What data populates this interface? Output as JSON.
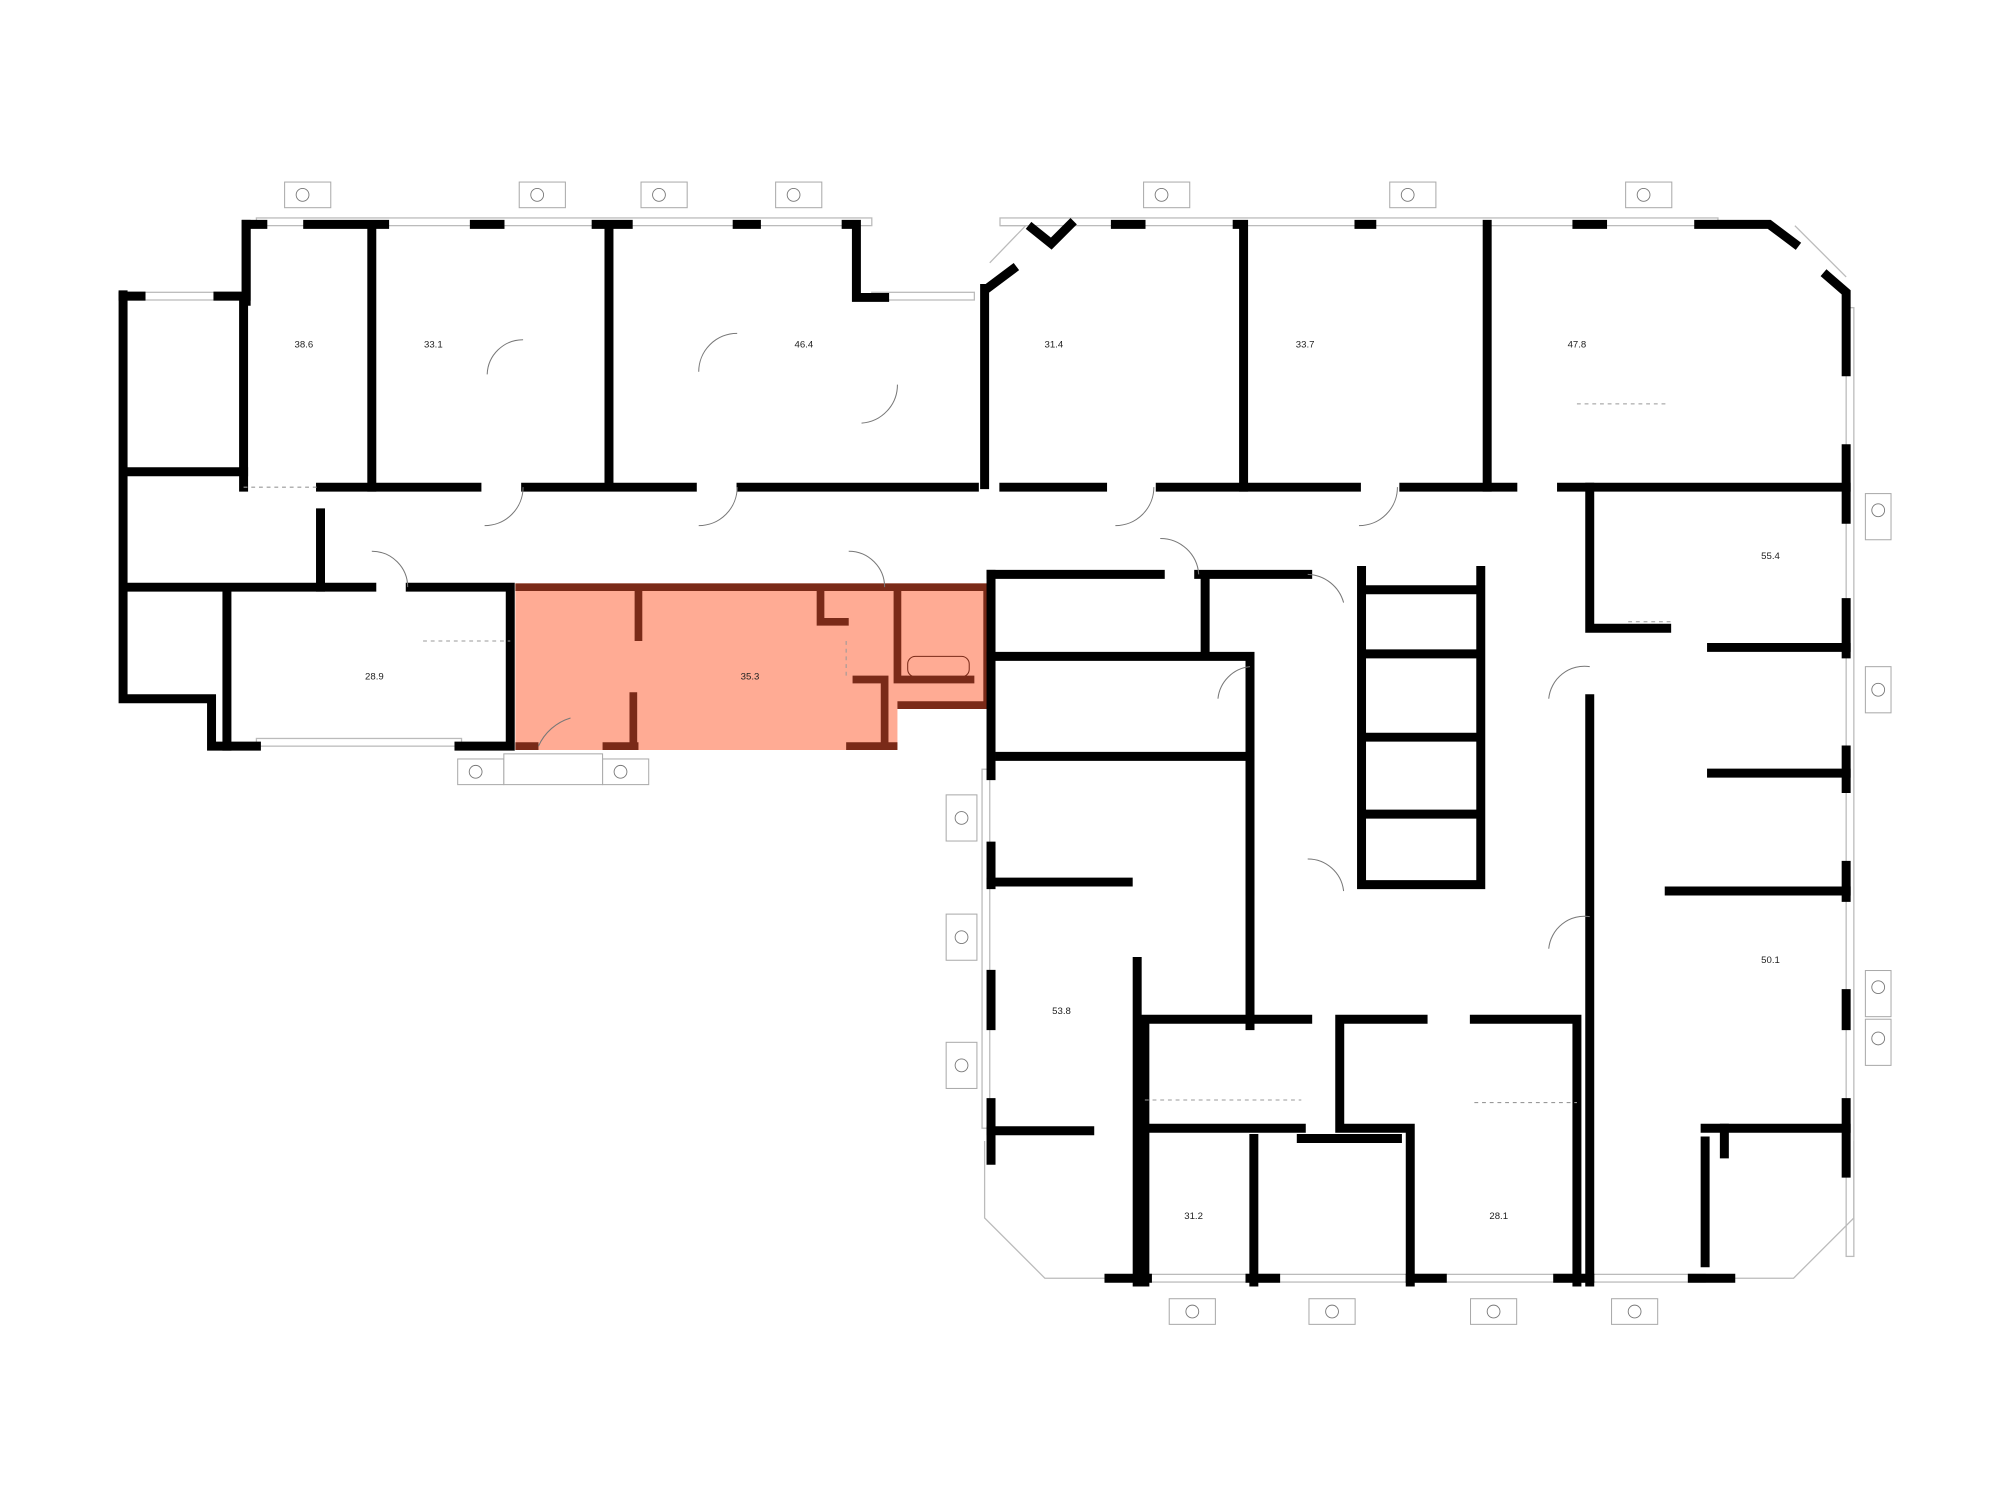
{
  "plan": {
    "title": "Floor plan",
    "highlight_color": "#ffab94",
    "highlight_wall_color": "#7a2a18",
    "apartments": [
      {
        "area": "38.6"
      },
      {
        "area": "33.1"
      },
      {
        "area": "46.4"
      },
      {
        "area": "31.4"
      },
      {
        "area": "33.7"
      },
      {
        "area": "47.8"
      },
      {
        "area": "55.4"
      },
      {
        "area": "28.9"
      },
      {
        "area": "35.3",
        "selected": true
      },
      {
        "area": "53.8"
      },
      {
        "area": "50.1"
      },
      {
        "area": "31.2"
      },
      {
        "area": "28.1"
      }
    ]
  }
}
